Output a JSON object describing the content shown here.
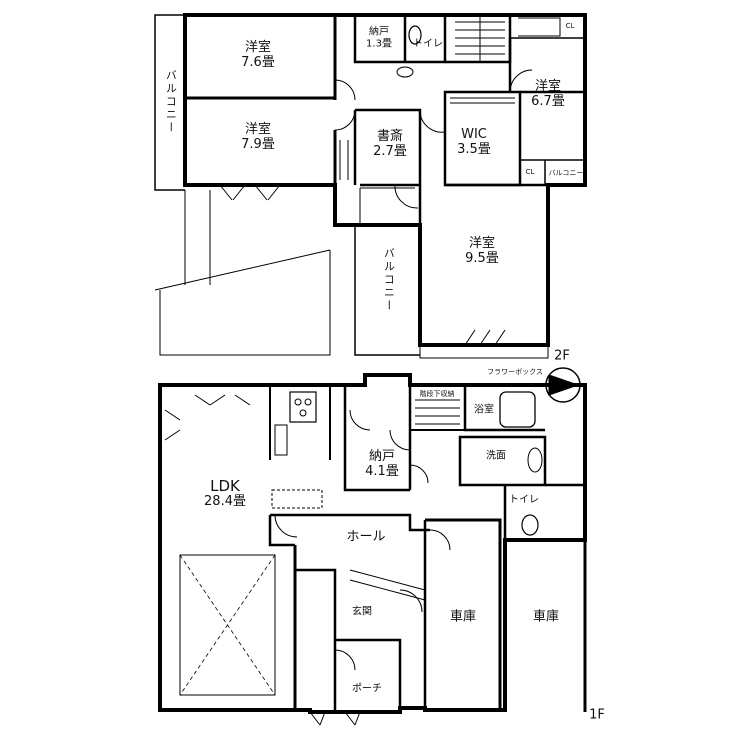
{
  "floor2": {
    "label": "2F",
    "rooms": {
      "western1": {
        "name": "洋室",
        "size": "7.6畳"
      },
      "western2": {
        "name": "洋室",
        "size": "7.9畳"
      },
      "western3": {
        "name": "洋室",
        "size": "6.7畳"
      },
      "western4": {
        "name": "洋室",
        "size": "9.5畳"
      },
      "storage": {
        "name": "納戸",
        "size": "1.3畳"
      },
      "study": {
        "name": "書斎",
        "size": "2.7畳"
      },
      "wic": {
        "name": "WIC",
        "size": "3.5畳"
      }
    },
    "toilet": "トイレ",
    "balcony1": "バルコニー",
    "balcony2": "バルコニー",
    "balcony3": "バルコニー",
    "closet1": "CL",
    "closet2": "CL",
    "flower_box": "フラワーボックス"
  },
  "floor1": {
    "label": "1F",
    "ldk": {
      "name": "LDK",
      "size": "28.4畳"
    },
    "storage": {
      "name": "納戸",
      "size": "4.1畳"
    },
    "hall": "ホール",
    "entrance": "玄関",
    "porch": "ポーチ",
    "garage1": "車庫",
    "garage2": "車庫",
    "bath": "浴室",
    "washroom": "洗面",
    "toilet": "トイレ",
    "under_stairs": "階段下収納"
  },
  "north_icon": "north-arrow-icon"
}
